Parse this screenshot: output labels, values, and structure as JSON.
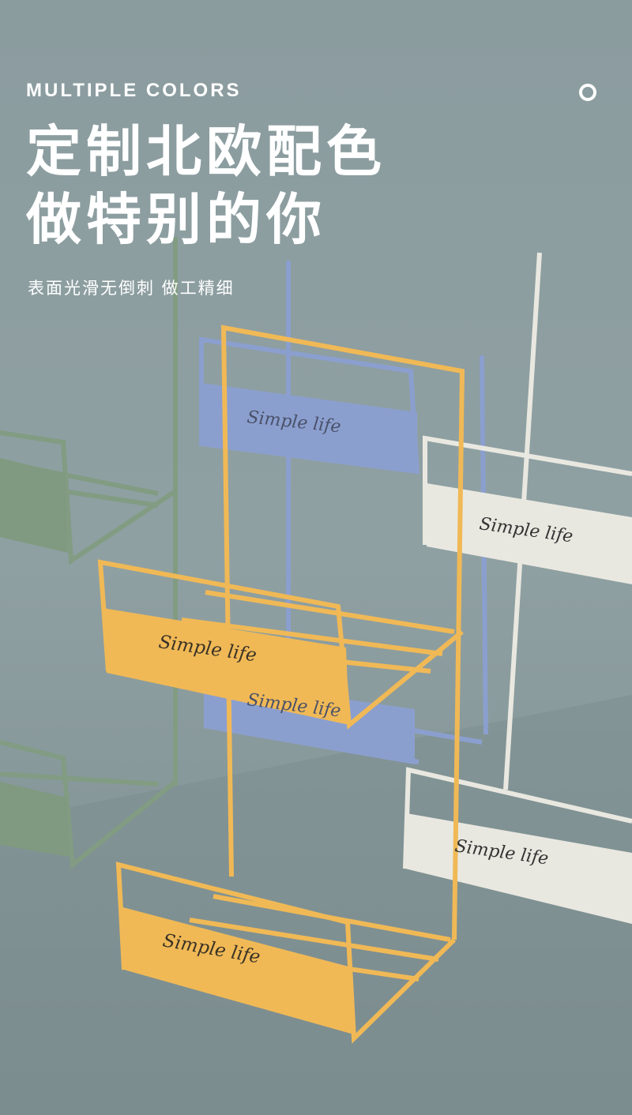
{
  "header": {
    "en_title": "MULTIPLE COLORS",
    "headline_line1": "定制北欧配色",
    "headline_line2": "做特别的你",
    "subtitle": "表面光滑无倒刺 做工精细"
  },
  "product": {
    "label_text": "Simple life",
    "colors": {
      "background": "#8a9b9d",
      "floor": "#7f9092",
      "yellow": "#f0b956",
      "blue": "#8b9fcf",
      "white": "#e9e8e0",
      "green": "#7f9a80"
    }
  },
  "icons": {
    "ring": "ring-icon"
  }
}
